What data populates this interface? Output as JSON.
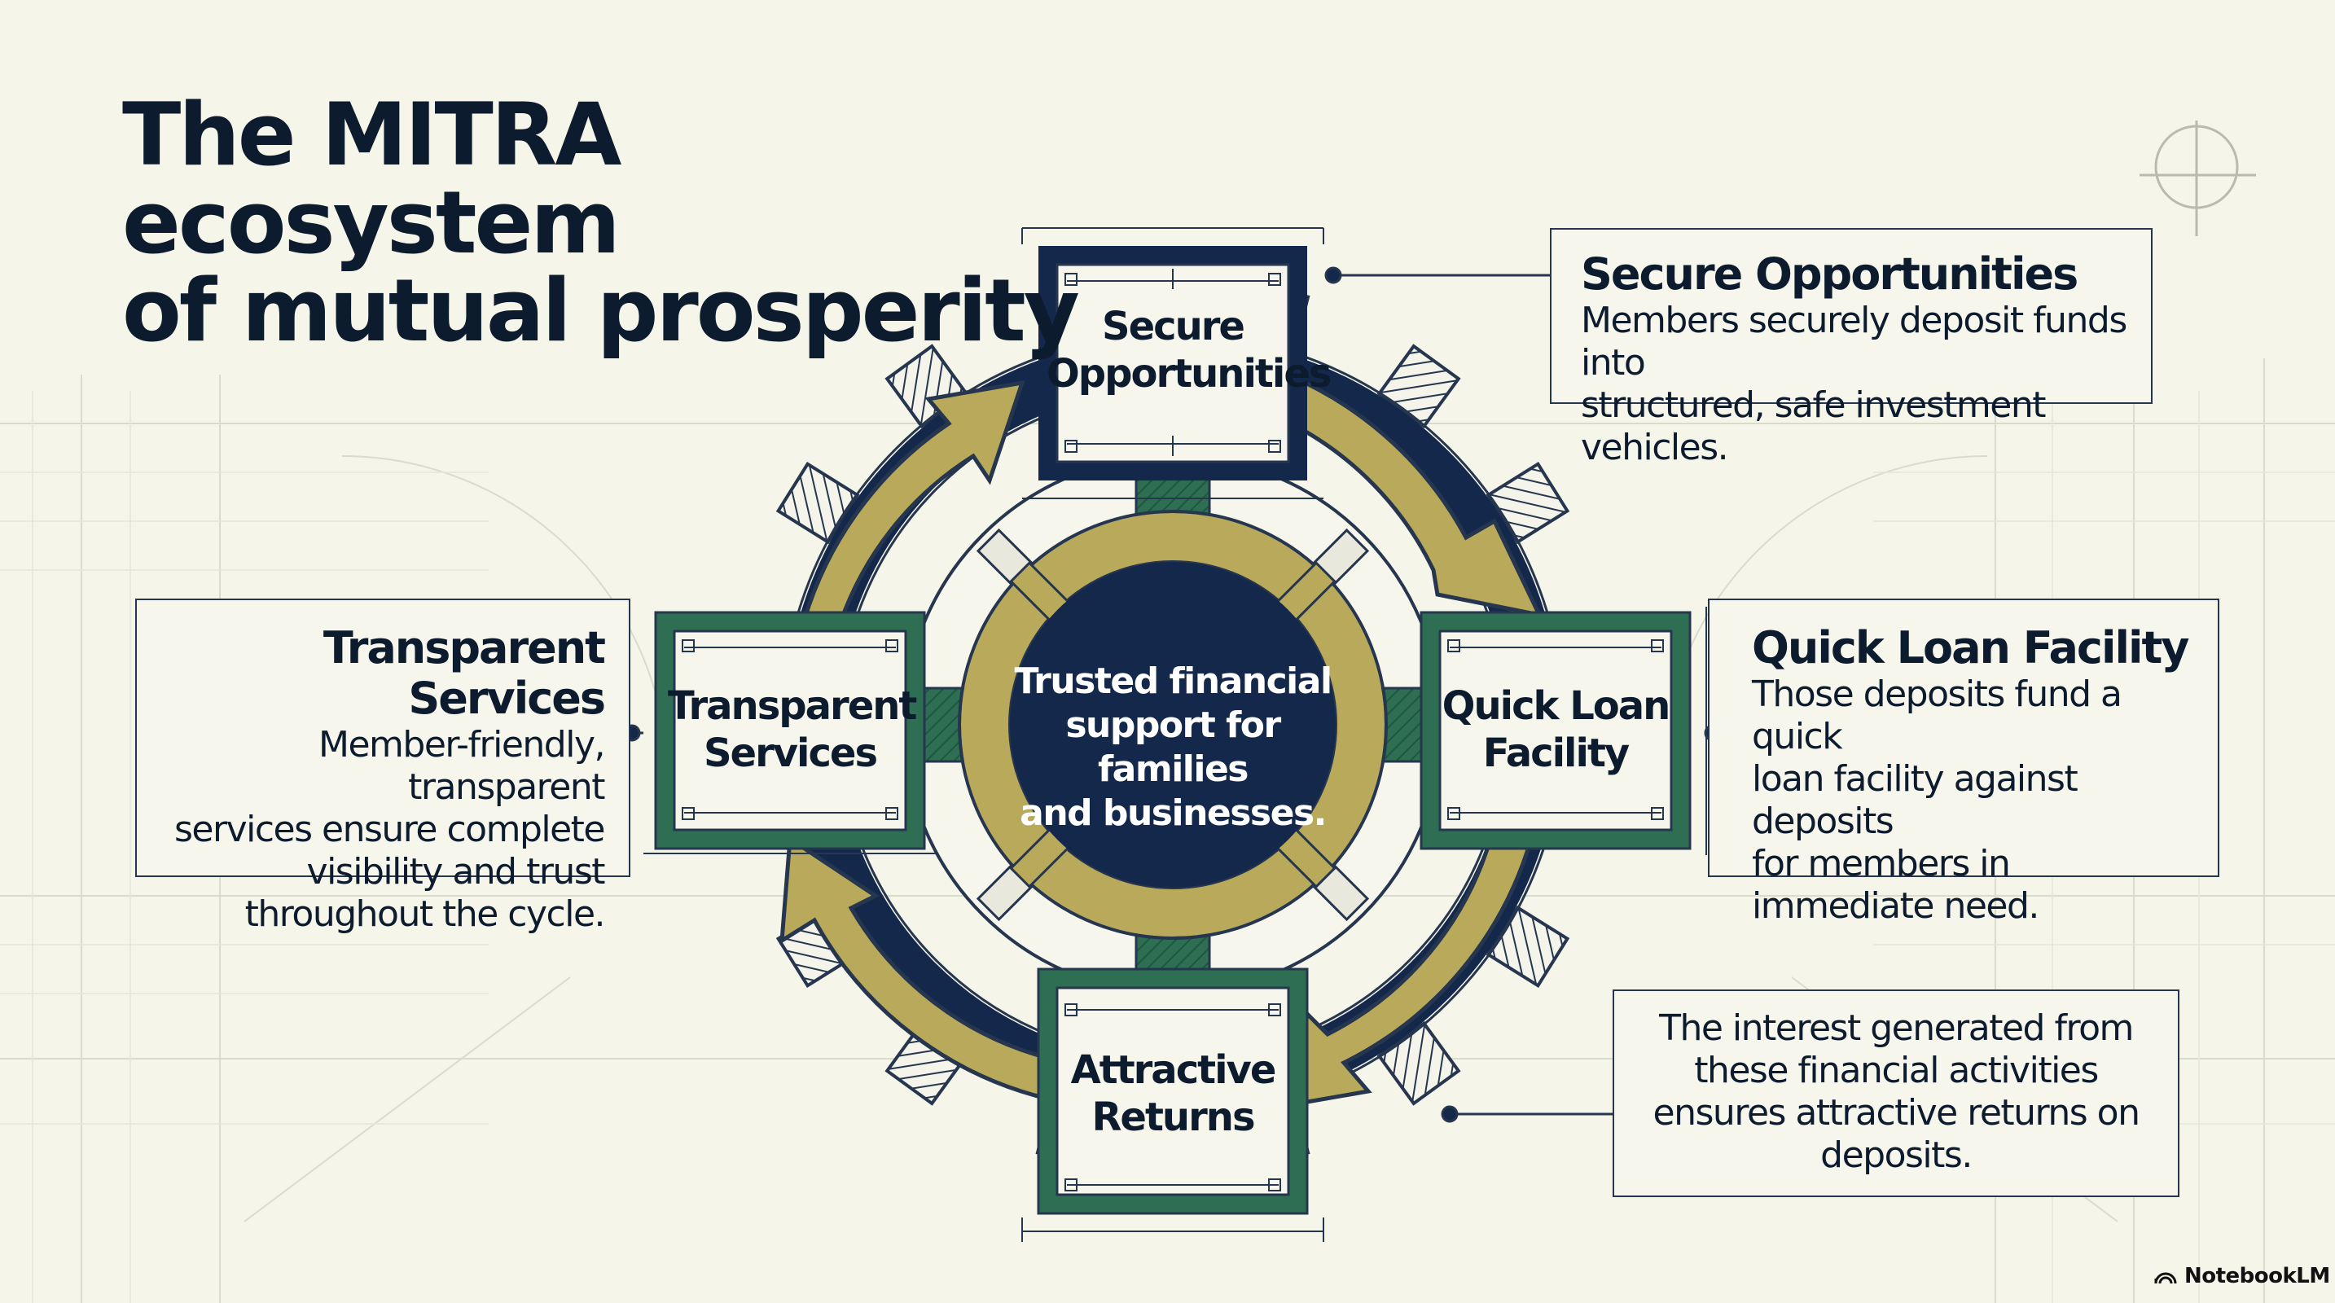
{
  "title": {
    "line1": "The MITRA ecosystem",
    "line2": "of mutual prosperity"
  },
  "center": {
    "line1": "Trusted financial",
    "line2": "support for families",
    "line3": "and businesses."
  },
  "boxes": {
    "secure": {
      "line1": "Secure",
      "line2": "Opportunities"
    },
    "transparent": {
      "line1": "Transparent",
      "line2": "Services"
    },
    "loan": {
      "line1": "Quick Loan",
      "line2": "Facility"
    },
    "returns": {
      "line1": "Attractive",
      "line2": "Returns"
    }
  },
  "callouts": {
    "secure": {
      "heading": "Secure Opportunities",
      "line1": "Members securely deposit funds into",
      "line2": "structured, safe investment vehicles."
    },
    "loan": {
      "heading": "Quick Loan Facility",
      "line1": "Those deposits fund a quick",
      "line2": "loan facility against deposits",
      "line3": "for members in",
      "line4": "immediate need."
    },
    "transparent": {
      "heading": "Transparent Services",
      "line1": "Member-friendly, transparent",
      "line2": "services ensure complete",
      "line3": "visibility and trust",
      "line4": "throughout the cycle."
    },
    "interest": {
      "line1": "The interest generated from",
      "line2": "these financial activities",
      "line3": "ensures attractive returns on",
      "line4": "deposits."
    }
  },
  "brand": {
    "name": "NotebookLM",
    "icon": "notebooklm-logo-icon"
  },
  "colors": {
    "navy": "#14284b",
    "green": "#2e6e52",
    "gold": "#b9a95a",
    "background": "#f5f5ea"
  }
}
